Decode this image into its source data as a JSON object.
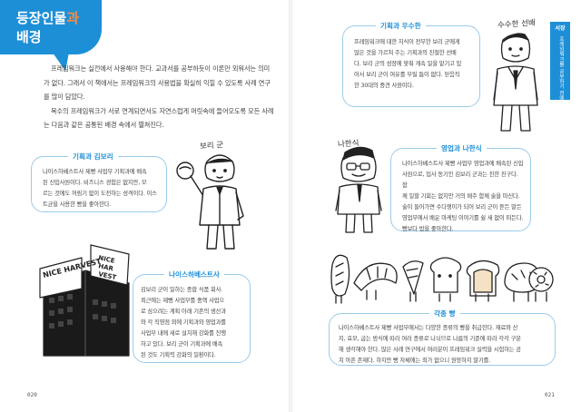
{
  "header": {
    "title_main": "등장인물",
    "title_accent": "과",
    "title_line2": "배경"
  },
  "intro": {
    "paragraph1": "프레임워크는 실전에서 사용해야 한다. 교과서를 공부하듯이 이론만 외워서는 의미가 없다. 그래서 이 책에서는 프레임워크의 사용법을 확실히 익힐 수 있도록 사례 연구를 많이 담았다.",
    "paragraph2": "복수의 프레임워크가 서로 연계되면서도 자연스럽게 머릿속에 들어오도록 모든 사례는 다음과 같은 공통된 배경 속에서 펼쳐진다."
  },
  "characters": {
    "kimbori": {
      "label": "보리 군",
      "title": "기획과 김보리",
      "lines": [
        "나이스하베스트사 제빵 사업부 기획과에 배속",
        "된 신입사원이다. 비즈니스 경험은 없지만, 모",
        "르는 것에도 꺼림기 없이 도전하는 성격이다. 이스",
        "트균을 사용한 빵을 좋아한다."
      ]
    },
    "plan": {
      "label": "수수한 선배",
      "title": "기획과 우수한",
      "lines": [
        "프레임워크에 대한 지식이 전무한 보리 군에게",
        "많은 것을 가르쳐 주는 기획과의 친절한 선배",
        "다. 보리 군의 성장에 맞춰 계속 일을 맡기고 있",
        "어서 보리 군이 여유를 부릴 틈이 없다. 믿음직",
        "한 30대의 중견 사원이다."
      ]
    },
    "sales": {
      "label": "나한식",
      "title": "영업과 나한식",
      "lines": [
        "나이스하베스트사 제빵 사업부 영업과에 배속된 신입",
        "사원으로, 입사 동기인 김보리 군과는 친한 친구다. 함",
        "께 일할 기회는 없지만 거의 매주 함께 술을 마신다.",
        "술이 들어가면 수다쟁이가 되어 보리 군이 듣든 말든",
        "영업부에서 배운 마케팅 이야기를 쉴 새 없이 떠든다.",
        "빵보다 밥을 좋아한다."
      ]
    }
  },
  "company": {
    "title": "나이스하베스트사",
    "sign_text": "NICE HARVEST",
    "sign2_lines": [
      "NICE",
      "HAR",
      "VEST"
    ],
    "lines": [
      "김보리 군이 일하는 종합 식품 회사.",
      "최근에는 제빵 사업부를 중핵 사업으",
      "로 삼으려는 계획 아래 기존의 생산과",
      "와 각 직영점 외에 기획과와 영업과를",
      "사업부 내에 새로 설치해 강화를 진행",
      "하고 있다. 보리 군이 기획과에 배속",
      "된 것도 기획력 강화의 일환이다."
    ]
  },
  "bread": {
    "title": "각종 빵",
    "lines": [
      "나이스하베스트사 제빵 사업부에서는 다양한 종류의 빵을 취급한다. 재료와 산",
      "지, 효모, 굽는 방식에 따라 여러 종류로 나뉘므로 나름의 기준에 따라 각각 구분",
      "해 생각해야 한다. 많은 사례 연구에서 여러분이 프레임워크 실력을 시험하는 공",
      "치 아픈 존재다. 하지만 빵 자체에는 죄가 없으니 원망하지 말기를."
    ]
  },
  "side_tab": {
    "part": "서장",
    "text": "프레임워크를 공부하기 전에"
  },
  "pages": {
    "left": "020",
    "right": "021"
  },
  "colors": {
    "accent_blue": "#1d8fd6",
    "accent_orange": "#ff8a3d",
    "card_border": "#9ccbe9"
  }
}
